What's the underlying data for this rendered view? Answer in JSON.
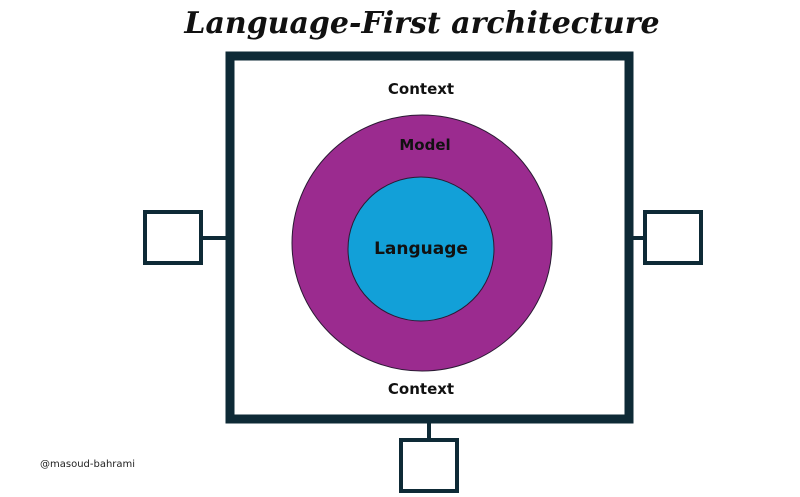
{
  "title": "Language-First architecture",
  "outer_box": {
    "top_label": "Context",
    "bottom_label": "Context"
  },
  "model_ring": {
    "label": "Model"
  },
  "language_core": {
    "label": "Language"
  },
  "attribution": "@masoud-bahrami",
  "colors": {
    "frame": "#0e2a36",
    "model": "#9b2b8f",
    "language": "#12a0d8",
    "outline": "#2a1a33"
  }
}
